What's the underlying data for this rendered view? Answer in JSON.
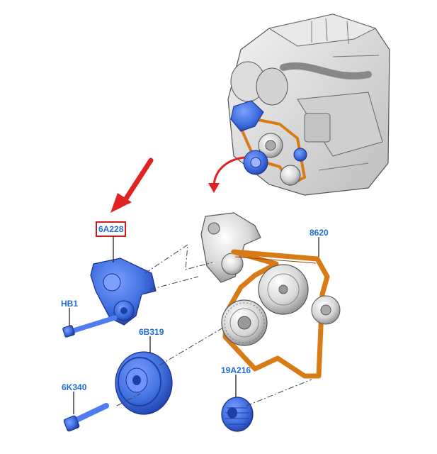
{
  "callouts": {
    "tensioner": "6A228",
    "belt": "8620",
    "bolt_hb1": "HB1",
    "damper": "6B319",
    "bolt_6k340": "6K340",
    "idler": "19A216"
  },
  "colors": {
    "part_blue": "#3f6fe0",
    "part_blue_dark": "#2347b6",
    "belt_orange": "#d87a16",
    "label_blue": "#1f6fd6",
    "highlight_red": "#d21c1c",
    "arrow_red": "#e02222"
  },
  "icons": {
    "pointer": "red-down-left-arrow",
    "rotation": "curved-red-arrow"
  }
}
